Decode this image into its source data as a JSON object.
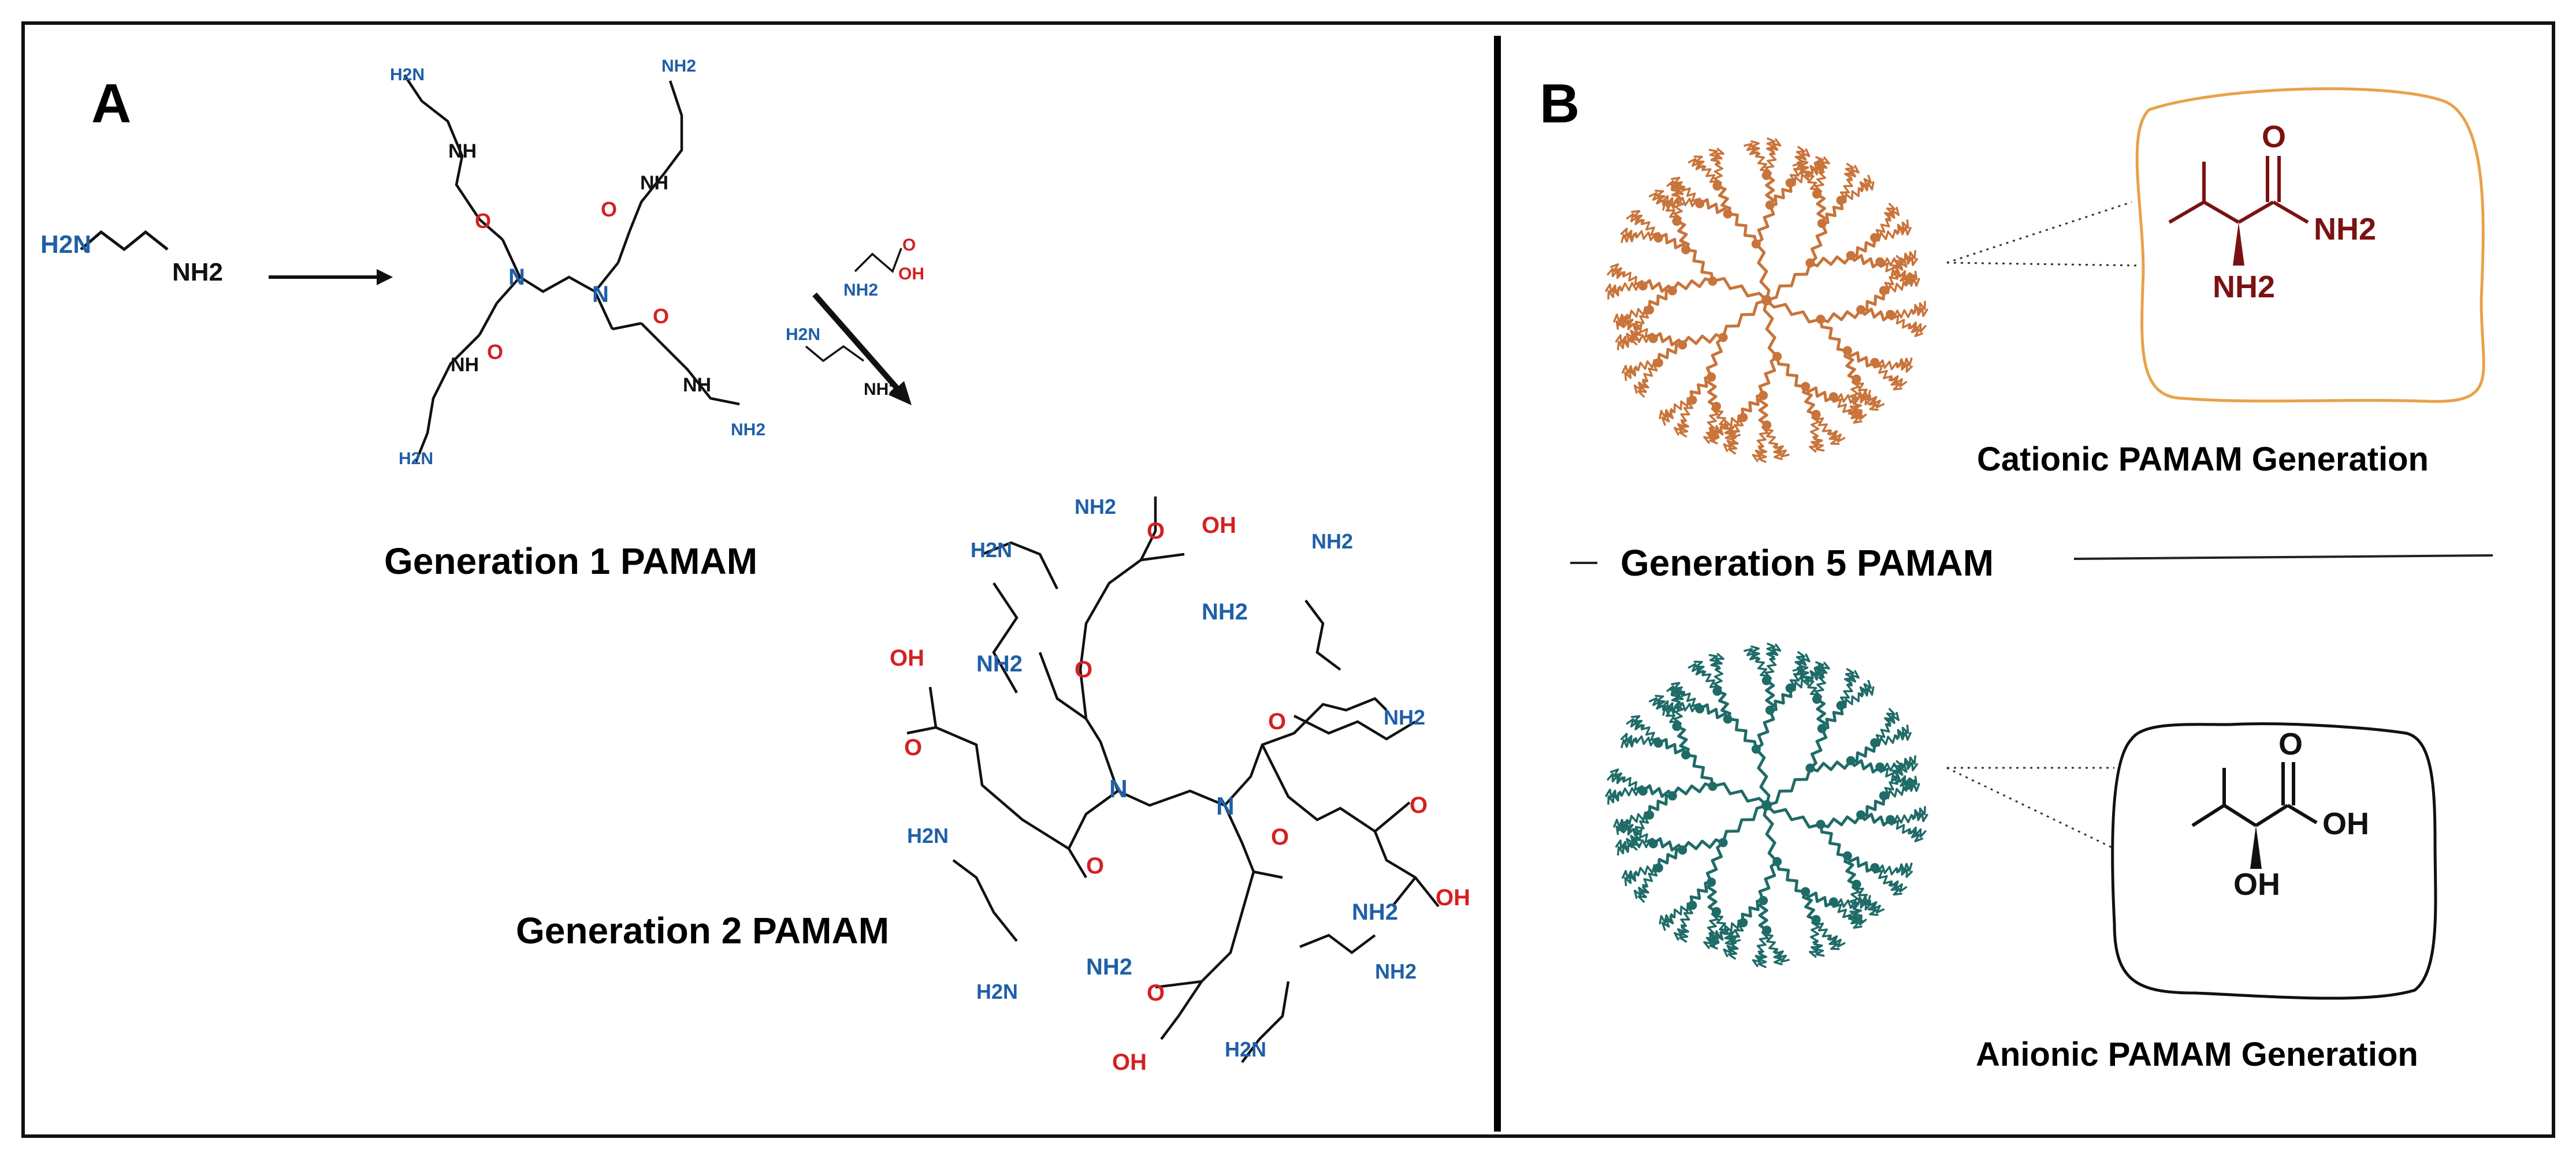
{
  "panels": {
    "a": {
      "letter": "A",
      "gen1_caption": "Generation 1 PAMAM",
      "gen2_caption": "Generation 2 PAMAM",
      "reagent_text": {
        "h2n": "H2N",
        "nh2": "NH2",
        "nh2_b": "NH2",
        "oh": "OH",
        "o": "O",
        "n": "N",
        "nh": "NH"
      }
    },
    "b": {
      "letter": "B",
      "center_caption": "Generation 5 PAMAM",
      "cationic_caption": "Cationic PAMAM Generation",
      "anionic_caption": "Anionic PAMAM Generation",
      "cationic_groups": {
        "o": "O",
        "nh2_amide": "NH2",
        "nh2_alpha": "NH2"
      },
      "anionic_groups": {
        "o": "O",
        "oh_acid": "OH",
        "oh_alpha": "OH"
      }
    }
  },
  "colors": {
    "cationic_dendrimer": "#c8743a",
    "anionic_dendrimer": "#1f6b68",
    "cationic_box": "#e8a24a",
    "anionic_box": "#222222",
    "nitrogen": "#1f5fa8",
    "oxygen": "#d42020",
    "cationic_molecule": "#7a1212"
  }
}
